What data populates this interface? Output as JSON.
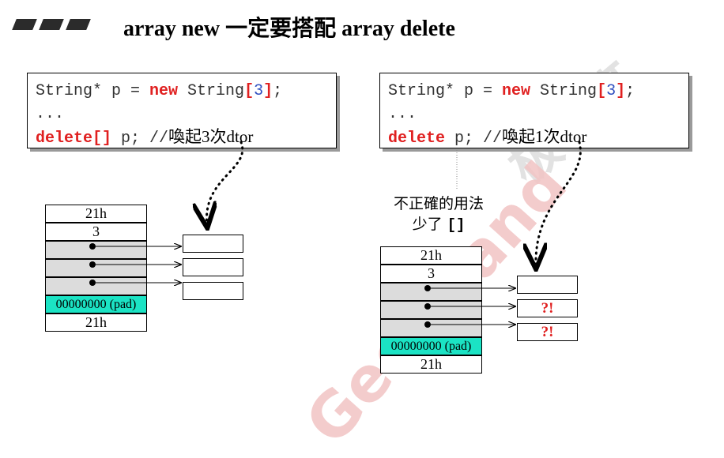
{
  "title": "array new 一定要搭配 array delete",
  "watermark": {
    "text_cn": "极客班",
    "text_en": "GeekBand",
    "color": "#d9d9d9",
    "color_en": "#f2c4c4"
  },
  "left": {
    "code": {
      "l1_a": "String* p = ",
      "l1_new": "new",
      "l1_b": " String",
      "l1_br1": "[",
      "l1_n": "3",
      "l1_br2": "]",
      "l1_end": ";",
      "l2": "...",
      "l3_del": "delete[]",
      "l3_b": " p; //",
      "l3_cmt": "喚起3次dtor"
    },
    "memory": [
      "21h",
      "3",
      "",
      "",
      "",
      "00000000 (pad)",
      "21h"
    ]
  },
  "right": {
    "code": {
      "l1_a": "String* p = ",
      "l1_new": "new",
      "l1_b": " String",
      "l1_br1": "[",
      "l1_n": "3",
      "l1_br2": "]",
      "l1_end": ";",
      "l2": "...",
      "l3_del": "delete",
      "l3_b": " p; //",
      "l3_cmt": "喚起1次dtor"
    },
    "note_line1": "不正確的用法",
    "note_line2": "少了 ",
    "note_bracket": "[]",
    "memory": [
      "21h",
      "3",
      "",
      "",
      "",
      "00000000 (pad)",
      "21h"
    ],
    "objects": [
      "",
      "?!",
      "?!"
    ]
  },
  "colors": {
    "keyword": "#e02020",
    "number": "#3050c0",
    "pad": "#1be3c4",
    "gray_cell": "#dcdcdc"
  }
}
